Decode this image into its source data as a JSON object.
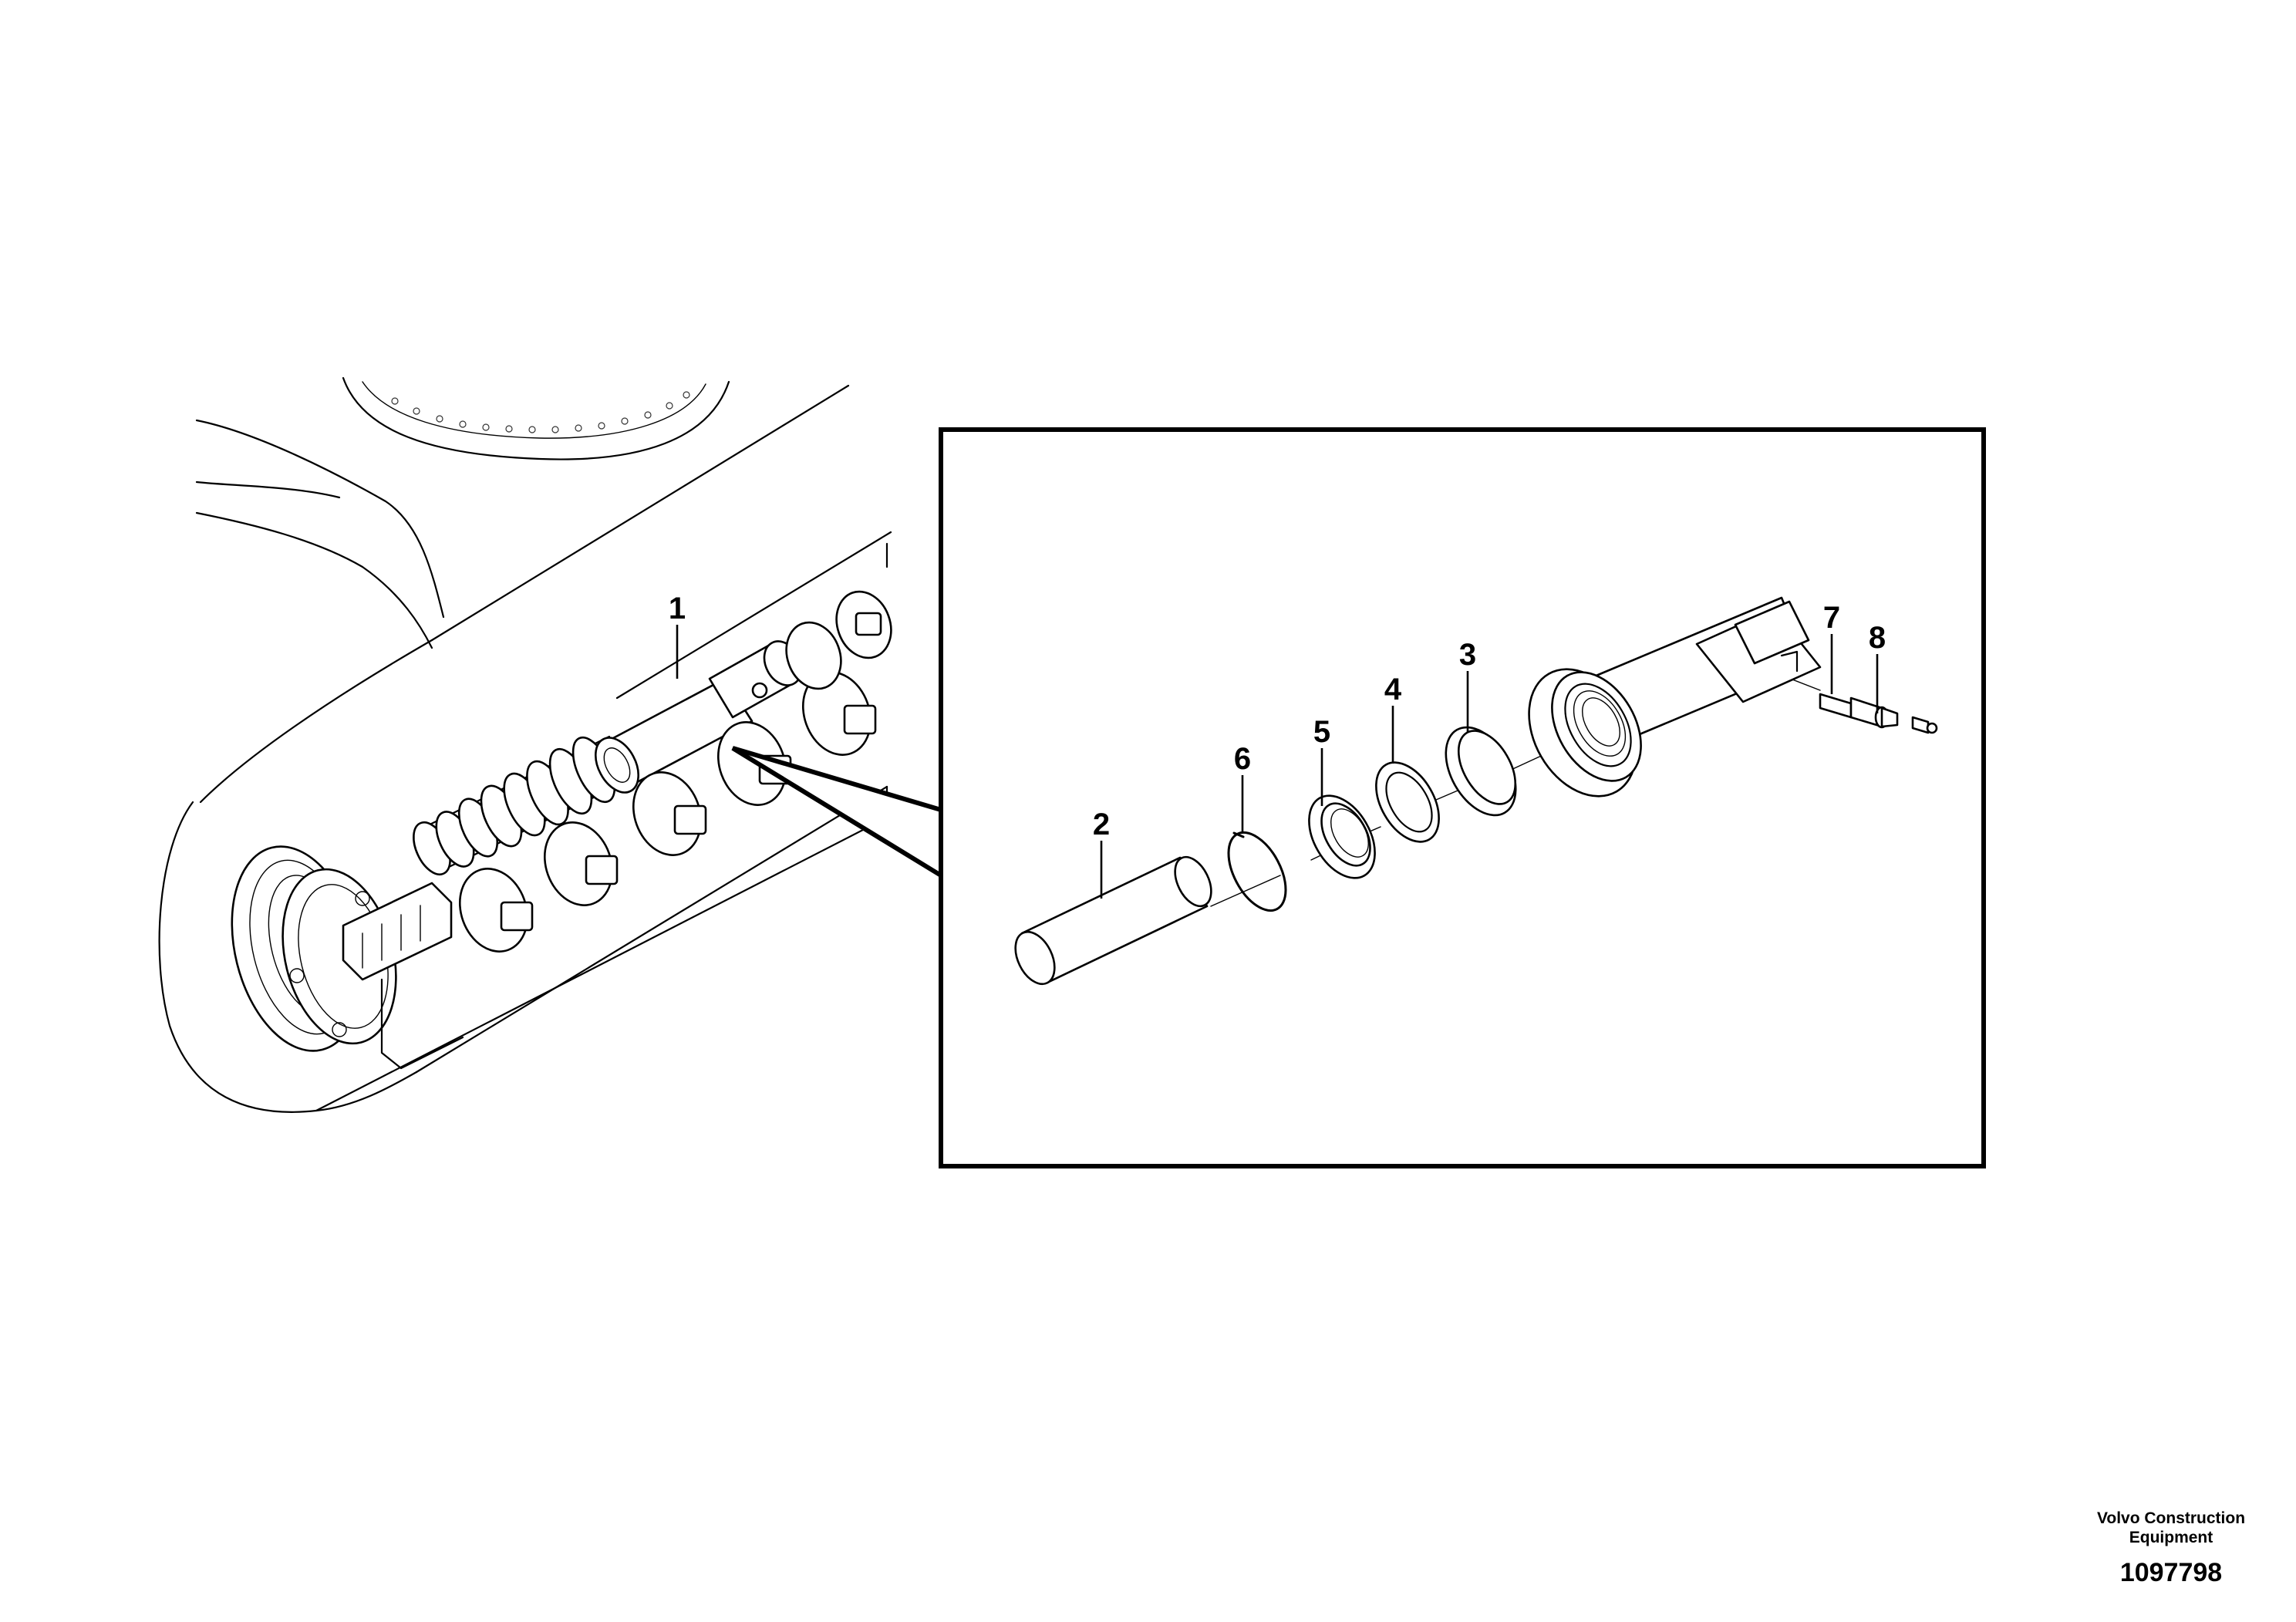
{
  "callouts": {
    "c1": "1",
    "c2": "2",
    "c3": "3",
    "c4": "4",
    "c5": "5",
    "c6": "6",
    "c7": "7",
    "c8": "8"
  },
  "footer": {
    "company_line1": "Volvo Construction",
    "company_line2": "Equipment",
    "drawing_number": "1097798"
  }
}
